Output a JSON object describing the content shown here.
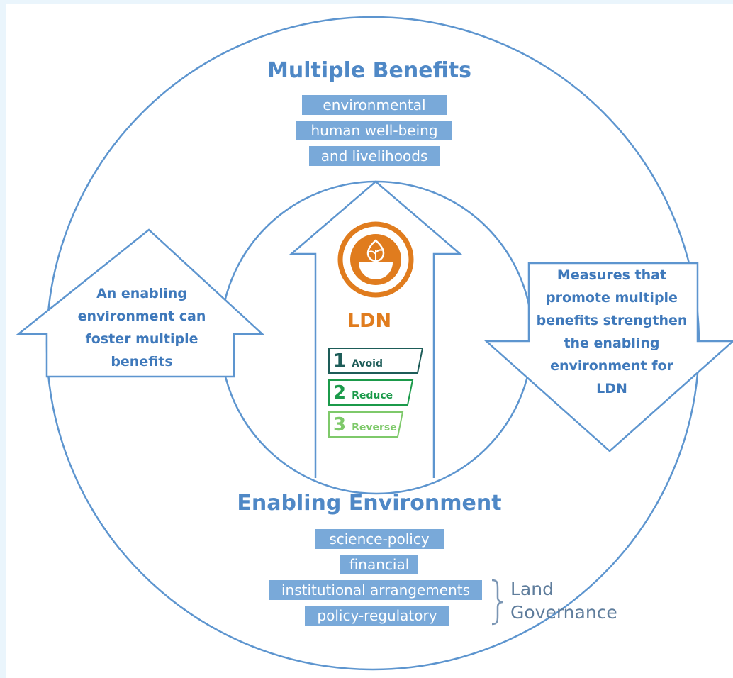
{
  "top": {
    "heading": "Multiple Benefits",
    "tags": [
      "environmental",
      "human well-being",
      "and livelihoods"
    ]
  },
  "bottom": {
    "heading": "Enabling Environment",
    "tags": [
      "science-policy",
      "financial",
      "institutional arrangements",
      "policy-regulatory"
    ]
  },
  "left_arrow_text": [
    "An enabling",
    "environment can",
    "foster multiple",
    "benefits"
  ],
  "right_arrow_text": [
    "Measures that",
    "promote multiple",
    "benefits strengthen",
    "the enabling",
    "environment for",
    "LDN"
  ],
  "land_governance": [
    "Land",
    "Governance"
  ],
  "ldn": {
    "label": "LDN",
    "steps": [
      {
        "number": "1",
        "word": "Avoid"
      },
      {
        "number": "2",
        "word": "Reduce"
      },
      {
        "number": "3",
        "word": "Reverse"
      }
    ]
  },
  "colors": {
    "outline_blue": "#5d95cf",
    "tag_blue": "#79a9d9",
    "text_blue": "#3f79bb",
    "ldn_orange": "#e07c1e",
    "step_1": "#1d5c58",
    "step_2": "#1b9a4a",
    "step_3": "#7ec96a"
  },
  "icons": [
    "ldn-sprout-icon"
  ]
}
